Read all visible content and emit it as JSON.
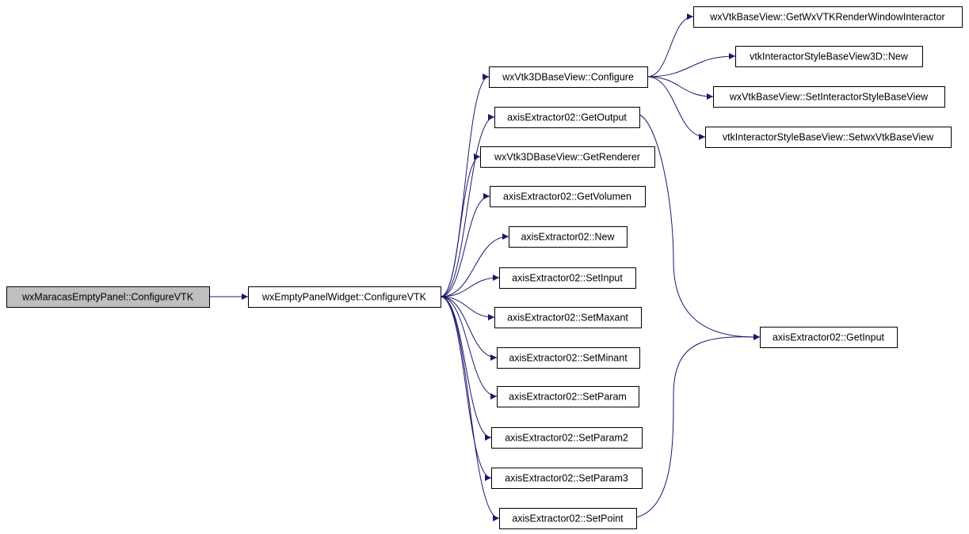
{
  "diagram": {
    "type": "call-graph",
    "edge_color": "#191970",
    "root_fill": "#bfbfbf",
    "node_fill": "#ffffff",
    "nodes": [
      {
        "id": "root",
        "label": "wxMaracasEmptyPanel::ConfigureVTK",
        "highlight": true
      },
      {
        "id": "cfg",
        "label": "wxEmptyPanelWidget::ConfigureVTK",
        "highlight": false
      },
      {
        "id": "configure",
        "label": "wxVtk3DBaseView::Configure",
        "highlight": false
      },
      {
        "id": "getoutput",
        "label": "axisExtractor02::GetOutput",
        "highlight": false
      },
      {
        "id": "getrenderer",
        "label": "wxVtk3DBaseView::GetRenderer",
        "highlight": false
      },
      {
        "id": "getvolumen",
        "label": "axisExtractor02::GetVolumen",
        "highlight": false
      },
      {
        "id": "new02",
        "label": "axisExtractor02::New",
        "highlight": false
      },
      {
        "id": "setinput",
        "label": "axisExtractor02::SetInput",
        "highlight": false
      },
      {
        "id": "setmaxant",
        "label": "axisExtractor02::SetMaxant",
        "highlight": false
      },
      {
        "id": "setminant",
        "label": "axisExtractor02::SetMinant",
        "highlight": false
      },
      {
        "id": "setparam",
        "label": "axisExtractor02::SetParam",
        "highlight": false
      },
      {
        "id": "setparam2",
        "label": "axisExtractor02::SetParam2",
        "highlight": false
      },
      {
        "id": "setparam3",
        "label": "axisExtractor02::SetParam3",
        "highlight": false
      },
      {
        "id": "setpoint",
        "label": "axisExtractor02::SetPoint",
        "highlight": false
      },
      {
        "id": "getwx",
        "label": "wxVtkBaseView::GetWxVTKRenderWindowInteractor",
        "highlight": false
      },
      {
        "id": "vtknew",
        "label": "vtkInteractorStyleBaseView3D::New",
        "highlight": false
      },
      {
        "id": "setstyle",
        "label": "wxVtkBaseView::SetInteractorStyleBaseView",
        "highlight": false
      },
      {
        "id": "setwx",
        "label": "vtkInteractorStyleBaseView::SetwxVtkBaseView",
        "highlight": false
      },
      {
        "id": "getinput",
        "label": "axisExtractor02::GetInput",
        "highlight": false
      }
    ],
    "edges": [
      {
        "from": "root",
        "to": "cfg"
      },
      {
        "from": "cfg",
        "to": "configure"
      },
      {
        "from": "cfg",
        "to": "getoutput"
      },
      {
        "from": "cfg",
        "to": "getrenderer"
      },
      {
        "from": "cfg",
        "to": "getvolumen"
      },
      {
        "from": "cfg",
        "to": "new02"
      },
      {
        "from": "cfg",
        "to": "setinput"
      },
      {
        "from": "cfg",
        "to": "setmaxant"
      },
      {
        "from": "cfg",
        "to": "setminant"
      },
      {
        "from": "cfg",
        "to": "setparam"
      },
      {
        "from": "cfg",
        "to": "setparam2"
      },
      {
        "from": "cfg",
        "to": "setparam3"
      },
      {
        "from": "cfg",
        "to": "setpoint"
      },
      {
        "from": "configure",
        "to": "getwx"
      },
      {
        "from": "configure",
        "to": "vtknew"
      },
      {
        "from": "configure",
        "to": "setstyle"
      },
      {
        "from": "configure",
        "to": "setwx"
      },
      {
        "from": "getoutput",
        "to": "getinput"
      },
      {
        "from": "setpoint",
        "to": "getinput"
      }
    ]
  }
}
